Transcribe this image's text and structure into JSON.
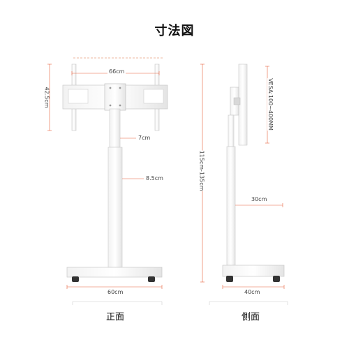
{
  "title": "寸法図",
  "front": {
    "caption": "正面",
    "width_66": "66cm",
    "height_425": "42.5cm",
    "pole_7": "7cm",
    "pole_85": "8.5cm",
    "base_60": "60cm"
  },
  "side": {
    "caption": "側面",
    "height_range": "115cm-135cm",
    "vesa": "VESA:100~400MM",
    "offset_30": "30cm",
    "base_40": "40cm"
  },
  "colors": {
    "accent": "#e8603c",
    "line": "#cccccc",
    "frame": "#bfbfbf"
  }
}
